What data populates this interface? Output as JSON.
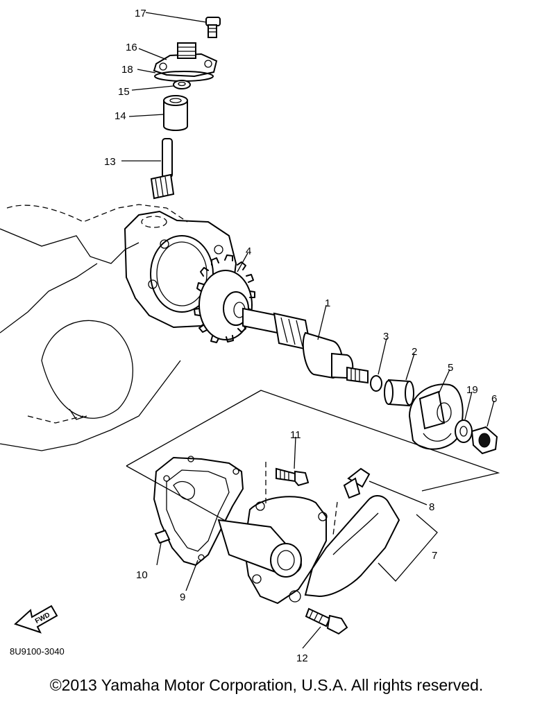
{
  "diagram": {
    "callouts": [
      {
        "id": "17",
        "label": "17"
      },
      {
        "id": "16",
        "label": "16"
      },
      {
        "id": "18",
        "label": "18"
      },
      {
        "id": "15",
        "label": "15"
      },
      {
        "id": "14",
        "label": "14"
      },
      {
        "id": "13",
        "label": "13"
      },
      {
        "id": "4",
        "label": "4"
      },
      {
        "id": "1",
        "label": "1"
      },
      {
        "id": "3",
        "label": "3"
      },
      {
        "id": "2",
        "label": "2"
      },
      {
        "id": "5",
        "label": "5"
      },
      {
        "id": "19",
        "label": "19"
      },
      {
        "id": "6",
        "label": "6"
      },
      {
        "id": "11",
        "label": "11"
      },
      {
        "id": "8",
        "label": "8"
      },
      {
        "id": "7",
        "label": "7"
      },
      {
        "id": "10",
        "label": "10"
      },
      {
        "id": "9",
        "label": "9"
      },
      {
        "id": "12",
        "label": "12"
      }
    ],
    "fwd_label": "FWD",
    "diagram_code": "8U9100-3040"
  },
  "footer": {
    "copyright": "©2013 Yamaha Motor Corporation, U.S.A. All rights reserved."
  }
}
